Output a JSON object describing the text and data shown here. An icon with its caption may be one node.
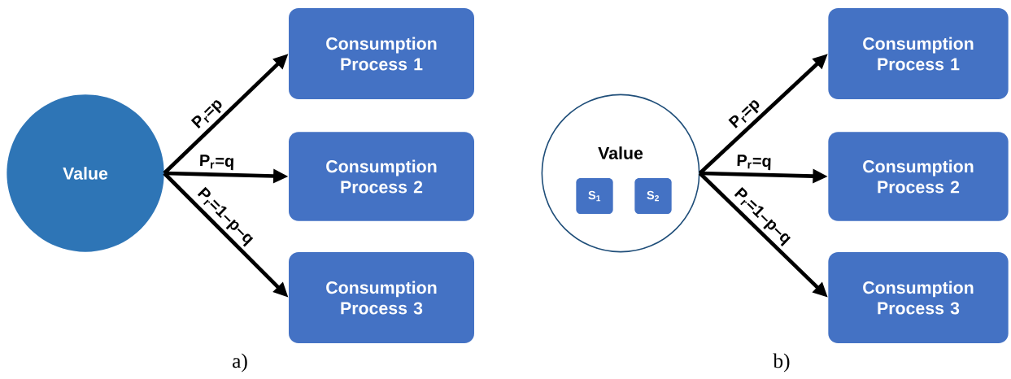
{
  "diagram": {
    "nodes": [
      {
        "text": [
          "Value"
        ]
      },
      {
        "text": [
          "Consumption Process 1"
        ]
      },
      {
        "text": [
          "Consumption Process 2"
        ]
      },
      {
        "text": [
          "Consumption Process 3"
        ]
      },
      {
        "text": [
          "Value"
        ]
      },
      {
        "text": [
          "S$_{1}$"
        ],
        "in": 4
      },
      {
        "text": [
          "S$_{2}$"
        ],
        "in": 4
      },
      {
        "text": [
          "Consumption Process 1"
        ]
      },
      {
        "text": [
          "Consumption Process 2"
        ]
      },
      {
        "text": [
          "Consumption Process 3"
        ]
      }
    ],
    "edges": [
      {
        "from": 0,
        "to": 1,
        "arrow": "to",
        "label": "P$_{r}$=p"
      },
      {
        "from": 0,
        "to": 2,
        "arrow": "to",
        "label": "P$_{r}$=q"
      },
      {
        "from": 0,
        "to": 3,
        "arrow": "to",
        "label": "P$_{r}$=1–p–q"
      },
      {
        "from": 4,
        "to": 7,
        "arrow": "to",
        "label": "P$_{r}$=p"
      },
      {
        "from": 4,
        "to": 8,
        "arrow": "to",
        "label": "P$_{r}$=q"
      },
      {
        "from": 4,
        "to": 9,
        "arrow": "to",
        "label": "P$_{r}$=1–p–q"
      }
    ],
    "labels": [
      "a)",
      "b)"
    ]
  }
}
